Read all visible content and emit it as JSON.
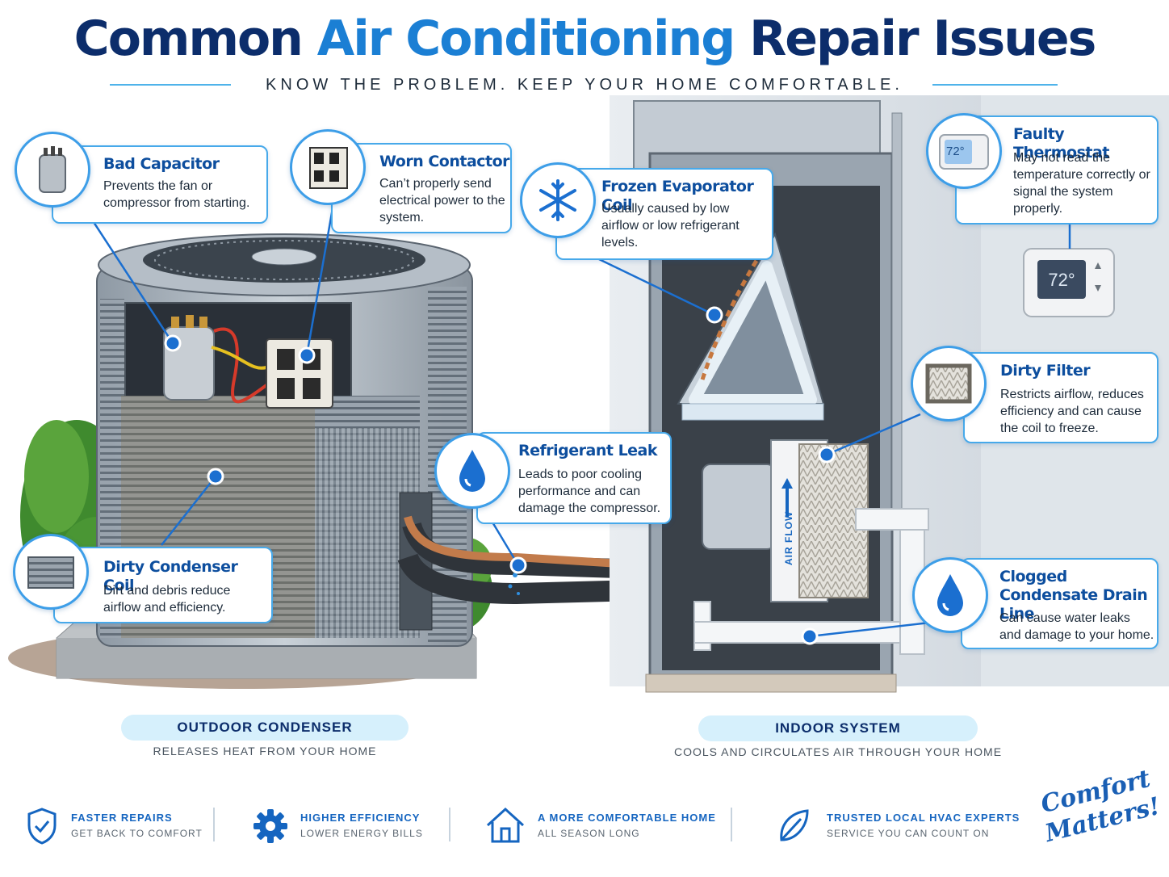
{
  "title": {
    "part1": "Common",
    "part2": "Air Conditioning",
    "part3": "Repair Issues"
  },
  "subtitle": "KNOW THE PROBLEM.  KEEP YOUR HOME COMFORTABLE.",
  "callouts": [
    {
      "title": "Bad Capacitor",
      "desc": "Prevents the fan or compressor from starting.",
      "icon": "capacitor-icon"
    },
    {
      "title": "Worn Contactor",
      "desc": "Can’t properly send electrical power to the system.",
      "icon": "contactor-icon"
    },
    {
      "title": "Frozen Evaporator Coil",
      "desc": "Usually caused by low airflow or low refrigerant levels.",
      "icon": "snowflake-icon"
    },
    {
      "title": "Faulty Thermostat",
      "desc": "May not read the temperature correctly or signal the system properly.",
      "icon": "thermostat-icon"
    },
    {
      "title": "Dirty Filter",
      "desc": "Restricts airflow, reduces efficiency and can cause the coil to freeze.",
      "icon": "filter-icon"
    },
    {
      "title": "Refrigerant Leak",
      "desc": "Leads to poor cooling performance and can damage the compressor.",
      "icon": "water-drop-icon"
    },
    {
      "title": "Dirty Condenser Coil",
      "desc": "Dirt and debris reduce airflow and efficiency.",
      "icon": "coil-icon"
    },
    {
      "title": "Clogged Condensate Drain Line",
      "desc": "Can cause water leaks and damage to your home.",
      "icon": "water-drop-icon"
    }
  ],
  "thermostat_reading": "72°",
  "airflow_label": "AIR FLOW",
  "sections": [
    {
      "title": "OUTDOOR CONDENSER",
      "subtitle": "RELEASES HEAT FROM YOUR HOME"
    },
    {
      "title": "INDOOR SYSTEM",
      "subtitle": "COOLS AND CIRCULATES AIR THROUGH YOUR HOME"
    }
  ],
  "benefits": [
    {
      "title": "FASTER REPAIRS",
      "subtitle": "GET BACK TO COMFORT",
      "icon": "shield-check-icon"
    },
    {
      "title": "HIGHER EFFICIENCY",
      "subtitle": "LOWER ENERGY BILLS",
      "icon": "gear-icon"
    },
    {
      "title": "A MORE COMFORTABLE HOME",
      "subtitle": "ALL SEASON LONG",
      "icon": "house-icon"
    },
    {
      "title": "TRUSTED LOCAL HVAC EXPERTS",
      "subtitle": "SERVICE YOU CAN COUNT ON",
      "icon": "leaf-icon"
    }
  ],
  "signature": {
    "line1": "Comfort",
    "line2": "Matters!"
  },
  "colors": {
    "navy": "#0c2d6b",
    "accent_blue": "#1b7fd4",
    "callout_border": "#47a9ea",
    "pill": "#d6f0fc"
  }
}
